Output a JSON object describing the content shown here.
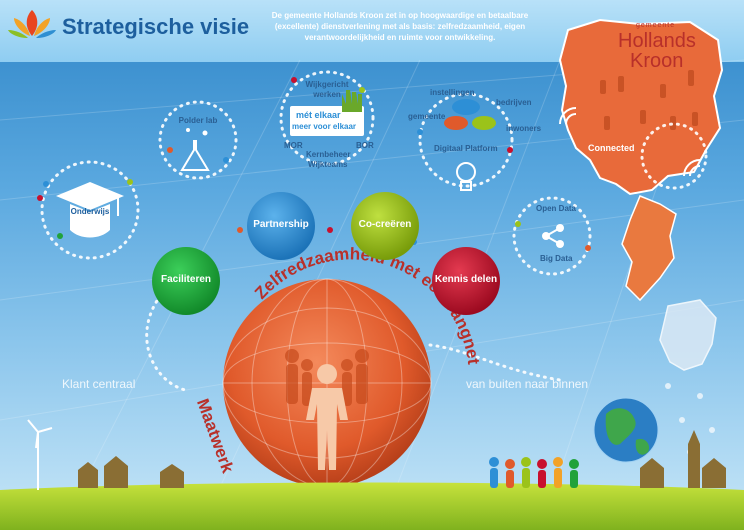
{
  "header": {
    "title": "Strategische visie",
    "intro": "De gemeente Hollands Kroon zet in op hoogwaardige en betaalbare (excellente) dienstverlening met als basis: zelfredzaamheid, eigen verantwoordelijkheid en ruimte voor ontwikkeling."
  },
  "brand": {
    "prefix": "gemeente",
    "line1": "Hollands",
    "line2": "Kroon"
  },
  "circles": {
    "faciliteren": "Faciliteren",
    "partnership": "Partnership",
    "cocreeren": "Co-creëren",
    "kennis_delen": "Kennis delen"
  },
  "rings": {
    "onderwijs": "Onderwijs",
    "polder_lab": "Polder lab",
    "wijkgericht": "Wijkgericht werken",
    "met_elkaar_1": "mét elkaar",
    "met_elkaar_2": "meer voor elkaar",
    "mor": "MOR",
    "kernbeheer": "Kernbeheer",
    "bor": "BOR",
    "wijkteams": "Wijkteams",
    "instellingen": "instellingen",
    "bedrijven": "bedrijven",
    "gemeente": "gemeente",
    "inwoners": "inwoners",
    "digitaal_platform": "Digitaal Platform",
    "open_data": "Open Data",
    "big_data": "Big Data",
    "connected": "Connected"
  },
  "center": {
    "arc_text": "Zelfredzaamheid met een vangnet",
    "maatwerk": "Maatwerk",
    "klant_centraal": "Klant centraal",
    "van_buiten": "van buiten naar binnen"
  },
  "colors": {
    "green": "#21a23a",
    "blue": "#2d8fd6",
    "lime": "#9bc31a",
    "red": "#c8102e",
    "orange": "#e05a2b",
    "dark_red": "#b8302a",
    "title_blue": "#1d5f9e"
  },
  "icons": [
    "lotus-logo-icon",
    "graduation-cap-icon",
    "flask-icon",
    "hand-icon",
    "chat-bubbles-icon",
    "lightbulb-icon",
    "share-icon",
    "wifi-icon",
    "globe-icon",
    "wind-turbine-icon",
    "person-icon"
  ]
}
